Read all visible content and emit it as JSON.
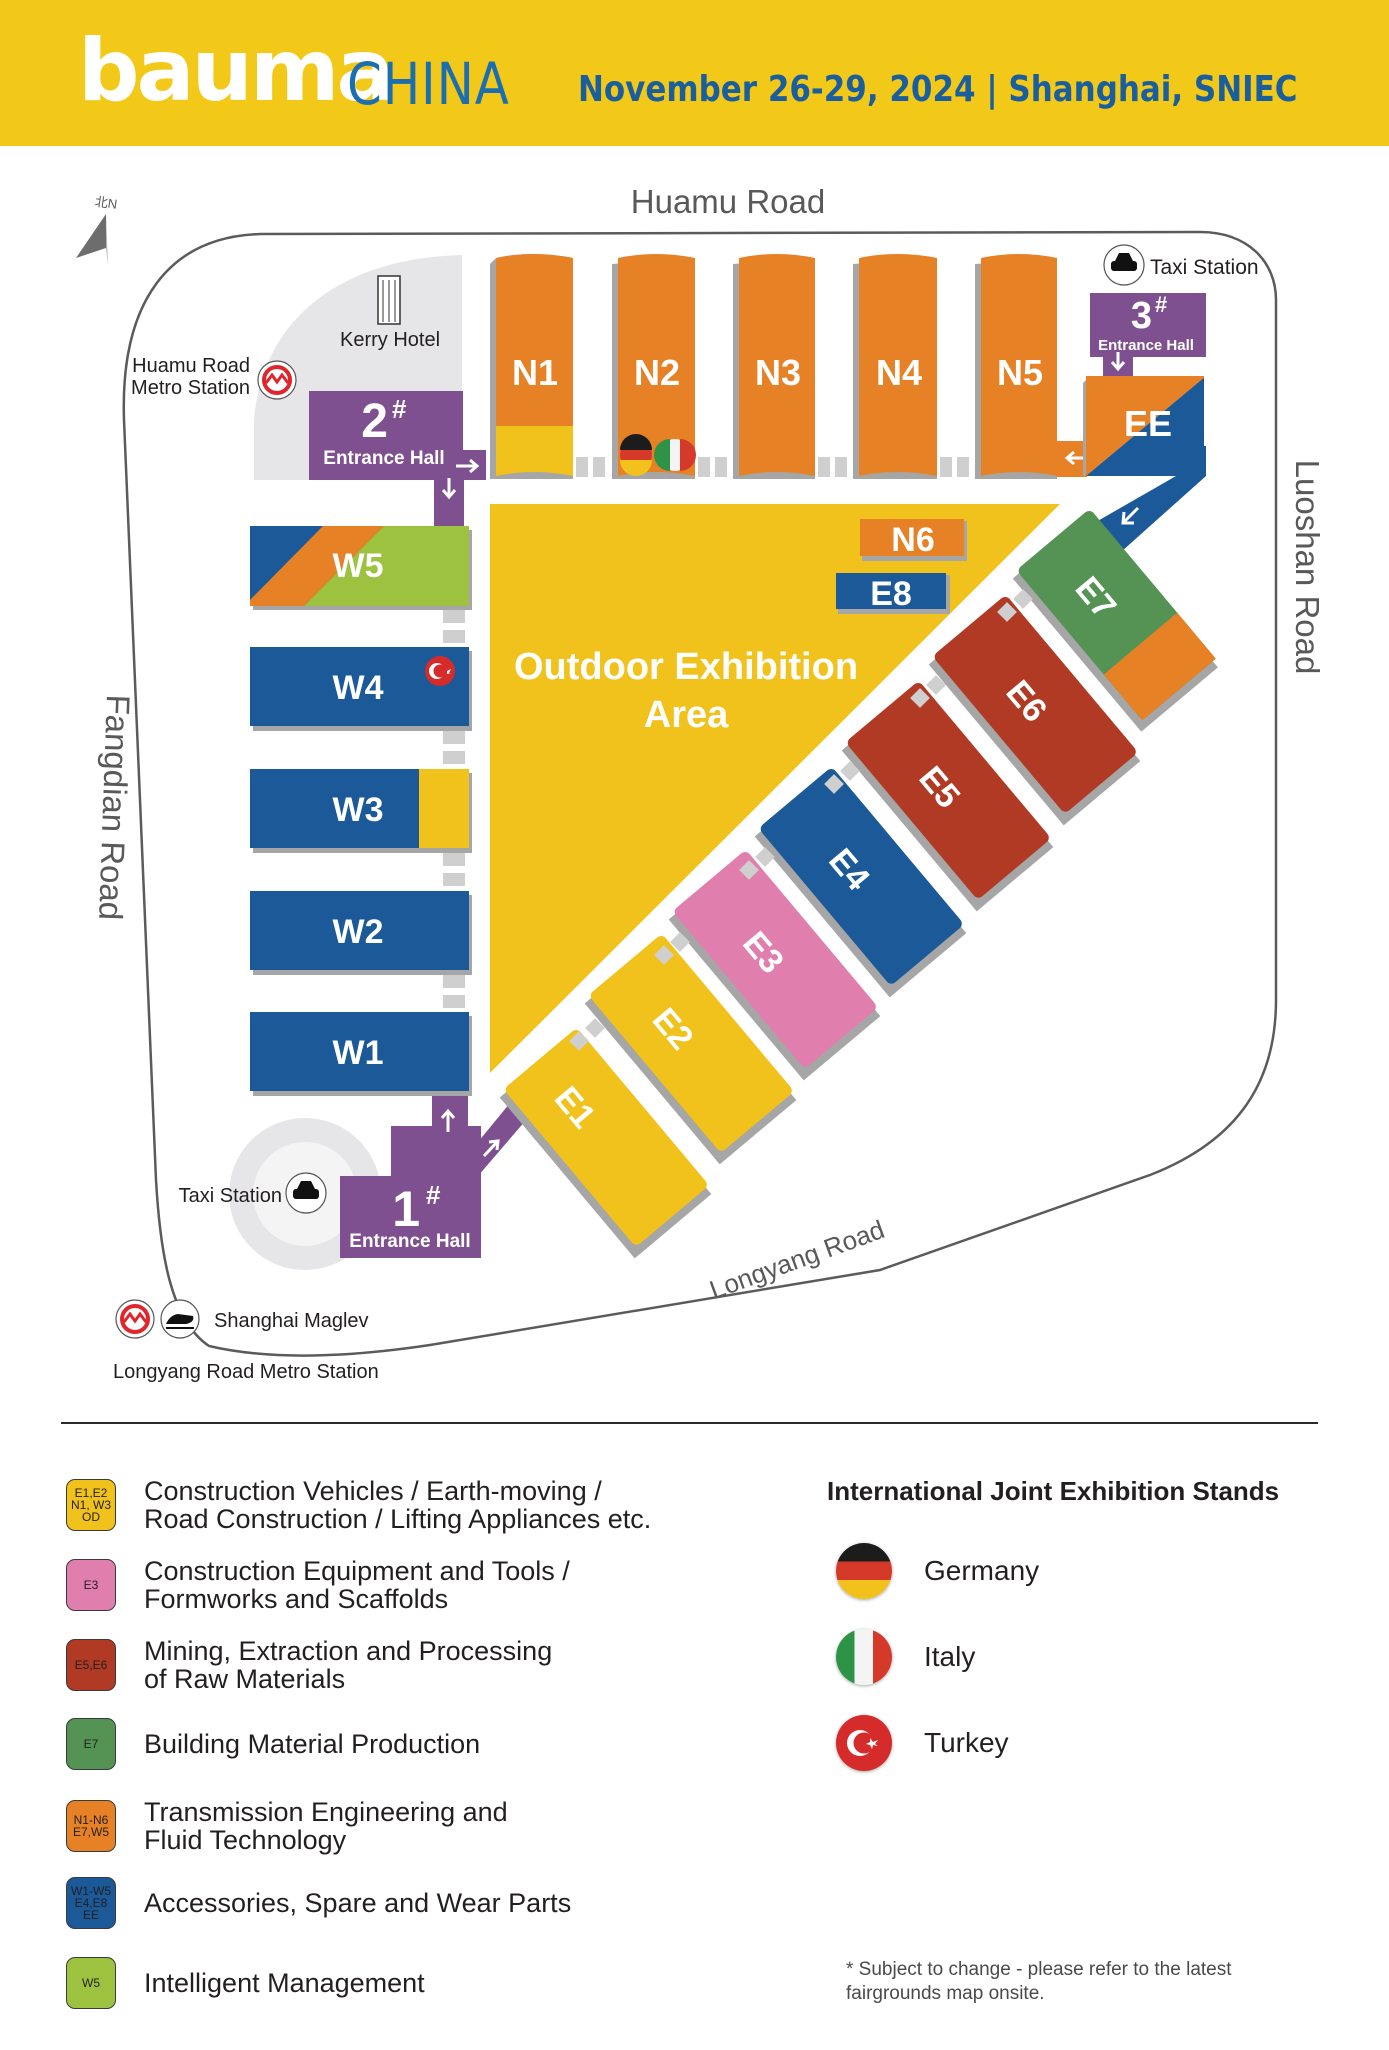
{
  "header": {
    "brand": "bauma",
    "brand_suffix": "CHINA",
    "event_info": "November 26-29, 2024 | Shanghai, SNIEC",
    "colors": {
      "background": "#F2C918",
      "brand": "#ffffff",
      "suffix": "#1B6FB1",
      "date": "#1B5E9E"
    }
  },
  "map": {
    "compass": {
      "label": "北N",
      "icon": "north-arrow-icon"
    },
    "roads": {
      "north": "Huamu Road",
      "east": "Luoshan Road",
      "west": "Fangdian Road",
      "south": "Longyang Road"
    },
    "landmarks": {
      "kerry_hotel": "Kerry Hotel",
      "huamu_metro_line1": "Huamu Road",
      "huamu_metro_line2": "Metro Station",
      "taxi_northeast": "Taxi Station",
      "taxi_southwest": "Taxi Station",
      "maglev": "Shanghai Maglev",
      "longyang_metro": "Longyang Road Metro Station"
    },
    "entrances": [
      {
        "id": "1",
        "number": "1",
        "sup": "#",
        "label": "Entrance Hall"
      },
      {
        "id": "2",
        "number": "2",
        "sup": "#",
        "label": "Entrance Hall"
      },
      {
        "id": "3",
        "number": "3",
        "sup": "#",
        "label": "Entrance Hall"
      }
    ],
    "outdoor_area": {
      "line1": "Outdoor Exhibition",
      "line2": "Area"
    },
    "halls": {
      "N1": "N1",
      "N2": "N2",
      "N3": "N3",
      "N4": "N4",
      "N5": "N5",
      "N6": "N6",
      "EE": "EE",
      "E1": "E1",
      "E2": "E2",
      "E3": "E3",
      "E4": "E4",
      "E5": "E5",
      "E6": "E6",
      "E7": "E7",
      "E8": "E8",
      "W1": "W1",
      "W2": "W2",
      "W3": "W3",
      "W4": "W4",
      "W5": "W5"
    },
    "hall_flags": {
      "N2": [
        "Germany",
        "Italy"
      ],
      "W4": [
        "Turkey"
      ]
    },
    "colors": {
      "yellow": "#F0C21B",
      "orange": "#E78125",
      "blue": "#1B5998",
      "red": "#B03A24",
      "green": "#559355",
      "pink": "#E07FAE",
      "lime": "#9CC240",
      "purple": "#7E508F",
      "shadow": "#a6a6a6",
      "connector": "#cfcfcf",
      "road_line": "#5b5b5b",
      "plaza": "#e6e6e8"
    }
  },
  "legend": {
    "categories": [
      {
        "swatch": "E1,E2\nN1, W3\nOD",
        "color": "#F0C21B",
        "text": "Construction Vehicles / Earth-moving /\nRoad Construction / Lifting Appliances etc."
      },
      {
        "swatch": "E3",
        "color": "#E07FAE",
        "text": "Construction Equipment and Tools /\nFormworks and Scaffolds"
      },
      {
        "swatch": "E5,E6",
        "color": "#B03A24",
        "text": "Mining, Extraction and Processing\nof Raw Materials"
      },
      {
        "swatch": "E7",
        "color": "#559355",
        "text": "Building Material Production"
      },
      {
        "swatch": "N1-N6\nE7,W5",
        "color": "#E78125",
        "text": "Transmission Engineering and\nFluid Technology"
      },
      {
        "swatch": "W1-W5\nE4,E8\nEE",
        "color": "#1B5998",
        "text": "Accessories, Spare and Wear Parts"
      },
      {
        "swatch": "W5",
        "color": "#9CC240",
        "text": "Intelligent Management"
      }
    ],
    "international": {
      "title": "International Joint Exhibition Stands",
      "countries": [
        {
          "name": "Germany",
          "icon": "germany-flag-icon"
        },
        {
          "name": "Italy",
          "icon": "italy-flag-icon"
        },
        {
          "name": "Turkey",
          "icon": "turkey-flag-icon"
        }
      ]
    },
    "note": "* Subject to change - please refer to the latest\nfairgrounds map onsite."
  }
}
